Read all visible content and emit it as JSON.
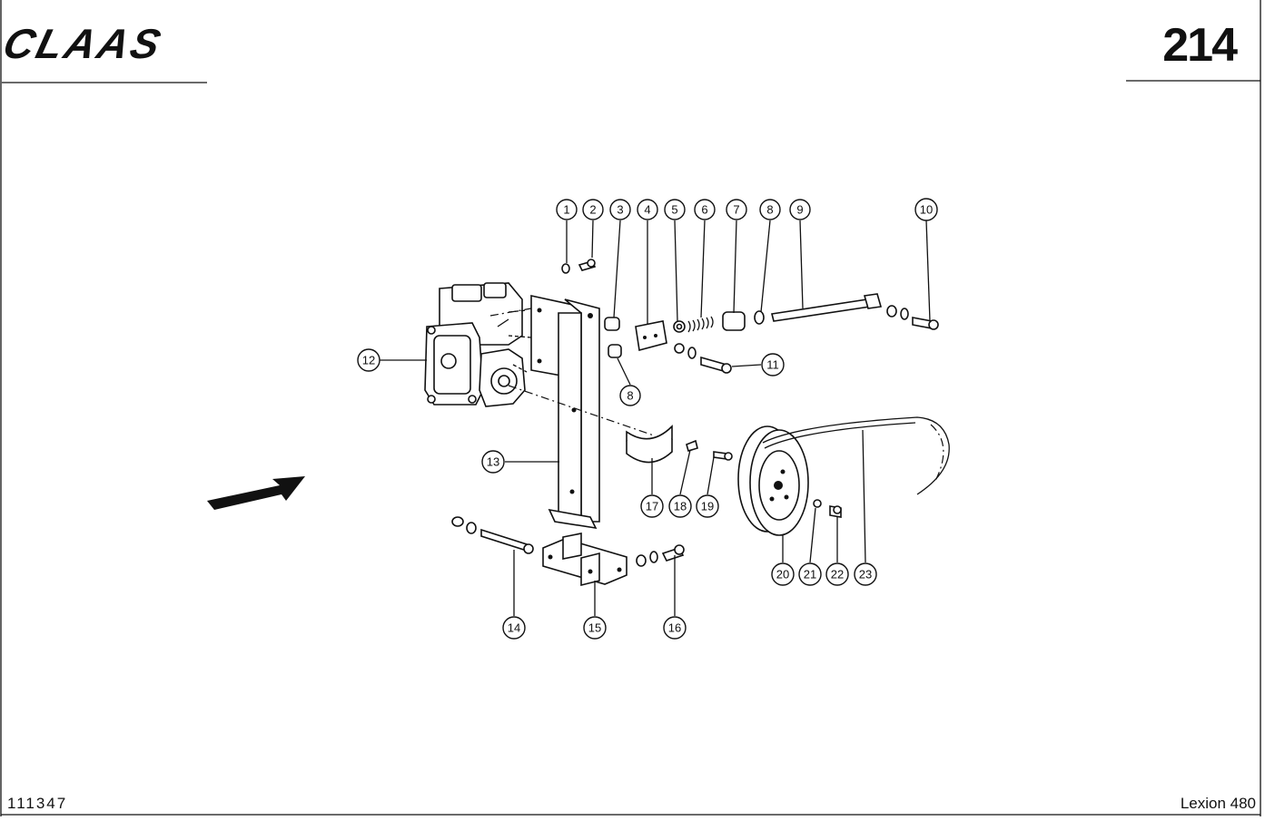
{
  "header": {
    "brand": "CLAAS",
    "page_number": "214"
  },
  "footer": {
    "document_number": "111347",
    "model": "Lexion 480"
  },
  "callouts": [
    {
      "id": "c1",
      "label": "1"
    },
    {
      "id": "c2",
      "label": "2"
    },
    {
      "id": "c3",
      "label": "3"
    },
    {
      "id": "c4",
      "label": "4"
    },
    {
      "id": "c5",
      "label": "5"
    },
    {
      "id": "c6",
      "label": "6"
    },
    {
      "id": "c7",
      "label": "7"
    },
    {
      "id": "c8a",
      "label": "8"
    },
    {
      "id": "c9",
      "label": "9"
    },
    {
      "id": "c10",
      "label": "10"
    },
    {
      "id": "c11",
      "label": "11"
    },
    {
      "id": "c8b",
      "label": "8"
    },
    {
      "id": "c12",
      "label": "12"
    },
    {
      "id": "c13",
      "label": "13"
    },
    {
      "id": "c14",
      "label": "14"
    },
    {
      "id": "c15",
      "label": "15"
    },
    {
      "id": "c16",
      "label": "16"
    },
    {
      "id": "c17",
      "label": "17"
    },
    {
      "id": "c18",
      "label": "18"
    },
    {
      "id": "c19",
      "label": "19"
    },
    {
      "id": "c20",
      "label": "20"
    },
    {
      "id": "c21",
      "label": "21"
    },
    {
      "id": "c22",
      "label": "22"
    },
    {
      "id": "c23",
      "label": "23"
    }
  ]
}
